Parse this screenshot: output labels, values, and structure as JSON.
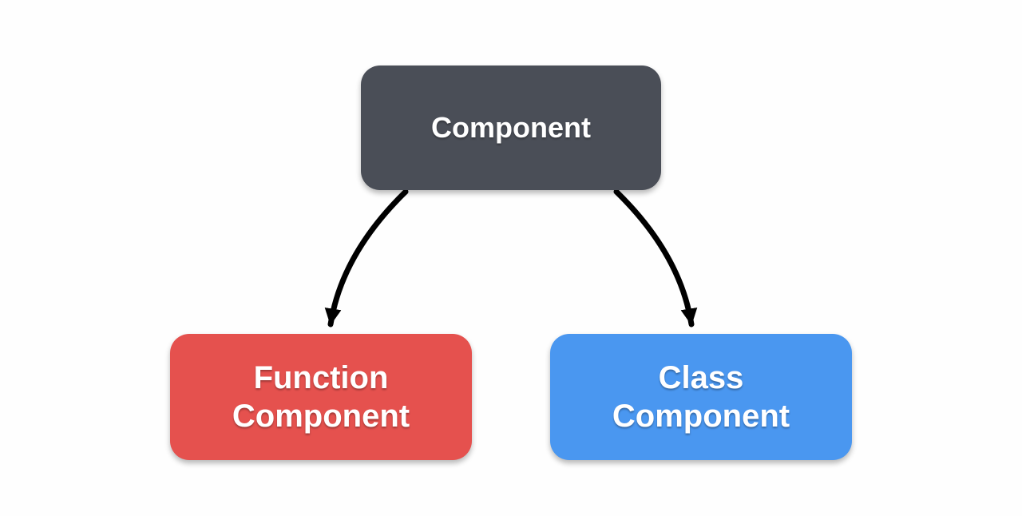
{
  "diagram": {
    "background_color": "#fefefe",
    "edge_color": "#000000",
    "text_color": "#ffffff",
    "nodes": [
      {
        "id": "component",
        "label": "Component",
        "fill": "#4a4e57"
      },
      {
        "id": "function-component",
        "line1": "Function",
        "line2": "Component",
        "fill": "#e5514e"
      },
      {
        "id": "class-component",
        "line1": "Class",
        "line2": "Component",
        "fill": "#4a97f0"
      }
    ],
    "edges": [
      {
        "from": "component",
        "to": "function-component",
        "style": "curved-arrow"
      },
      {
        "from": "component",
        "to": "class-component",
        "style": "curved-arrow"
      }
    ]
  }
}
